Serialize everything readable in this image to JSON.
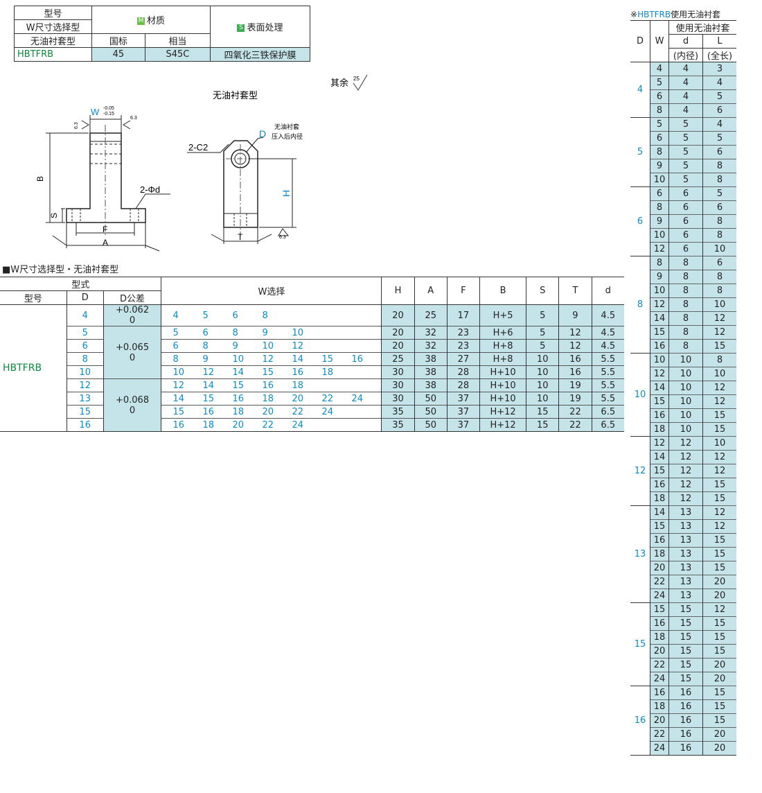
{
  "spec": {
    "h_model": "型号",
    "h_wselect": "W尺寸选择型",
    "h_nooil": "无油衬套型",
    "h_material": "材质",
    "h_surface": "表面处理",
    "m_badge": "M",
    "s_badge": "S",
    "h_gb": "国标",
    "h_equiv": "相当",
    "model": "HBTFRB",
    "gb": "45",
    "equiv": "S45C",
    "surface": "四氧化三铁保护膜"
  },
  "drawing": {
    "rest_label": "其余",
    "rest_val": "25",
    "view_title": "无油衬套型",
    "w_label": "W",
    "w_tol_top": "-0.05",
    "w_tol_bot": "-0.15",
    "rough1": "6.3",
    "b_label": "B",
    "s_label": "S",
    "f_label": "F",
    "a_label": "A",
    "hole_label": "2-Φd",
    "chamfer_label": "2-C2",
    "d_label": "D",
    "d_note1": "无油衬套",
    "d_note2": "压入后内径",
    "h_label": "H",
    "t_label": "T",
    "rough2": "6.3"
  },
  "main": {
    "title": "■W尺寸选择型・无油衬套型",
    "h_type": "型式",
    "h_model": "型号",
    "h_D": "D",
    "h_Dtol": "D公差",
    "h_W": "W选择",
    "h_H": "H",
    "h_A": "A",
    "h_F": "F",
    "h_B": "B",
    "h_S": "S",
    "h_T": "T",
    "h_d": "d",
    "model": "HBTFRB",
    "tol_groups": [
      {
        "top": "+0.062",
        "bot": "0"
      },
      {
        "top": "+0.065",
        "bot": "0"
      },
      {
        "top": "+0.068",
        "bot": "0"
      }
    ],
    "rows": [
      {
        "D": "4",
        "W": [
          "4",
          "5",
          "6",
          "8"
        ],
        "H": "20",
        "A": "25",
        "F": "17",
        "B": "H+5",
        "S": "5",
        "T": "9",
        "d": "4.5"
      },
      {
        "D": "5",
        "W": [
          "5",
          "6",
          "8",
          "9",
          "10"
        ],
        "H": "20",
        "A": "32",
        "F": "23",
        "B": "H+6",
        "S": "5",
        "T": "12",
        "d": "4.5"
      },
      {
        "D": "6",
        "W": [
          "6",
          "8",
          "9",
          "10",
          "12"
        ],
        "H": "20",
        "A": "32",
        "F": "23",
        "B": "H+8",
        "S": "5",
        "T": "12",
        "d": "4.5"
      },
      {
        "D": "8",
        "W": [
          "8",
          "9",
          "10",
          "12",
          "14",
          "15",
          "16"
        ],
        "H": "25",
        "A": "38",
        "F": "27",
        "B": "H+8",
        "S": "10",
        "T": "16",
        "d": "5.5"
      },
      {
        "D": "10",
        "W": [
          "10",
          "12",
          "14",
          "15",
          "16",
          "18"
        ],
        "H": "30",
        "A": "38",
        "F": "28",
        "B": "H+10",
        "S": "10",
        "T": "16",
        "d": "5.5"
      },
      {
        "D": "12",
        "W": [
          "12",
          "14",
          "15",
          "16",
          "18"
        ],
        "H": "30",
        "A": "38",
        "F": "28",
        "B": "H+10",
        "S": "10",
        "T": "19",
        "d": "5.5"
      },
      {
        "D": "13",
        "W": [
          "14",
          "15",
          "16",
          "18",
          "20",
          "22",
          "24"
        ],
        "H": "30",
        "A": "50",
        "F": "37",
        "B": "H+10",
        "S": "10",
        "T": "19",
        "d": "5.5"
      },
      {
        "D": "15",
        "W": [
          "15",
          "16",
          "18",
          "20",
          "22",
          "24"
        ],
        "H": "35",
        "A": "50",
        "F": "37",
        "B": "H+12",
        "S": "15",
        "T": "22",
        "d": "6.5"
      },
      {
        "D": "16",
        "W": [
          "16",
          "18",
          "20",
          "22",
          "24"
        ],
        "H": "35",
        "A": "50",
        "F": "37",
        "B": "H+12",
        "S": "15",
        "T": "22",
        "d": "6.5"
      }
    ]
  },
  "right": {
    "title_mark": "※",
    "title_model": "HBTFRB",
    "title_rest": "使用无油衬套",
    "h_D": "D",
    "h_W": "W",
    "h_use": "使用无油衬套",
    "h_d": "d",
    "h_d2": "(内径)",
    "h_L": "L",
    "h_L2": "(全长)",
    "groups": [
      {
        "D": "4",
        "rows": [
          [
            "4",
            "4",
            "3"
          ],
          [
            "5",
            "4",
            "4"
          ],
          [
            "6",
            "4",
            "5"
          ],
          [
            "8",
            "4",
            "6"
          ]
        ]
      },
      {
        "D": "5",
        "rows": [
          [
            "5",
            "5",
            "4"
          ],
          [
            "6",
            "5",
            "5"
          ],
          [
            "8",
            "5",
            "6"
          ],
          [
            "9",
            "5",
            "8"
          ],
          [
            "10",
            "5",
            "8"
          ]
        ]
      },
      {
        "D": "6",
        "rows": [
          [
            "6",
            "6",
            "5"
          ],
          [
            "8",
            "6",
            "6"
          ],
          [
            "9",
            "6",
            "8"
          ],
          [
            "10",
            "6",
            "8"
          ],
          [
            "12",
            "6",
            "10"
          ]
        ]
      },
      {
        "D": "8",
        "rows": [
          [
            "8",
            "8",
            "6"
          ],
          [
            "9",
            "8",
            "8"
          ],
          [
            "10",
            "8",
            "8"
          ],
          [
            "12",
            "8",
            "10"
          ],
          [
            "14",
            "8",
            "12"
          ],
          [
            "15",
            "8",
            "12"
          ],
          [
            "16",
            "8",
            "15"
          ]
        ]
      },
      {
        "D": "10",
        "rows": [
          [
            "10",
            "10",
            "8"
          ],
          [
            "12",
            "10",
            "10"
          ],
          [
            "14",
            "10",
            "12"
          ],
          [
            "15",
            "10",
            "12"
          ],
          [
            "16",
            "10",
            "15"
          ],
          [
            "18",
            "10",
            "15"
          ]
        ]
      },
      {
        "D": "12",
        "rows": [
          [
            "12",
            "12",
            "10"
          ],
          [
            "14",
            "12",
            "12"
          ],
          [
            "15",
            "12",
            "12"
          ],
          [
            "16",
            "12",
            "15"
          ],
          [
            "18",
            "12",
            "15"
          ]
        ]
      },
      {
        "D": "13",
        "rows": [
          [
            "14",
            "13",
            "12"
          ],
          [
            "15",
            "13",
            "12"
          ],
          [
            "16",
            "13",
            "15"
          ],
          [
            "18",
            "13",
            "15"
          ],
          [
            "20",
            "13",
            "15"
          ],
          [
            "22",
            "13",
            "20"
          ],
          [
            "24",
            "13",
            "20"
          ]
        ]
      },
      {
        "D": "15",
        "rows": [
          [
            "15",
            "15",
            "12"
          ],
          [
            "16",
            "15",
            "15"
          ],
          [
            "18",
            "15",
            "15"
          ],
          [
            "20",
            "15",
            "15"
          ],
          [
            "22",
            "15",
            "20"
          ],
          [
            "24",
            "15",
            "20"
          ]
        ]
      },
      {
        "D": "16",
        "rows": [
          [
            "16",
            "16",
            "15"
          ],
          [
            "18",
            "16",
            "15"
          ],
          [
            "20",
            "16",
            "15"
          ],
          [
            "22",
            "16",
            "20"
          ],
          [
            "24",
            "16",
            "20"
          ]
        ]
      }
    ]
  }
}
